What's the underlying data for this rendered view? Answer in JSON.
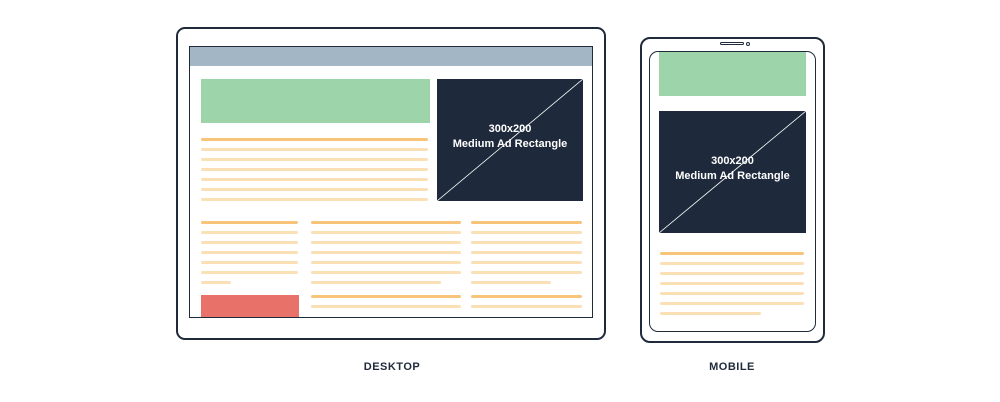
{
  "desktop": {
    "caption": "DESKTOP",
    "ad": {
      "size": "300x200",
      "label": "Medium Ad Rectangle"
    }
  },
  "mobile": {
    "caption": "MOBILE",
    "ad": {
      "size": "300x200",
      "label": "Medium Ad Rectangle"
    }
  },
  "colors": {
    "frame": "#1f2a3a",
    "browser_bar": "#a3b6c6",
    "content_block": "#9dd4a9",
    "accent_block": "#e8716a",
    "ad_background": "#1e2a3b",
    "text_line_strong": "#f7c47a",
    "text_line_light": "#fbe0b6"
  }
}
